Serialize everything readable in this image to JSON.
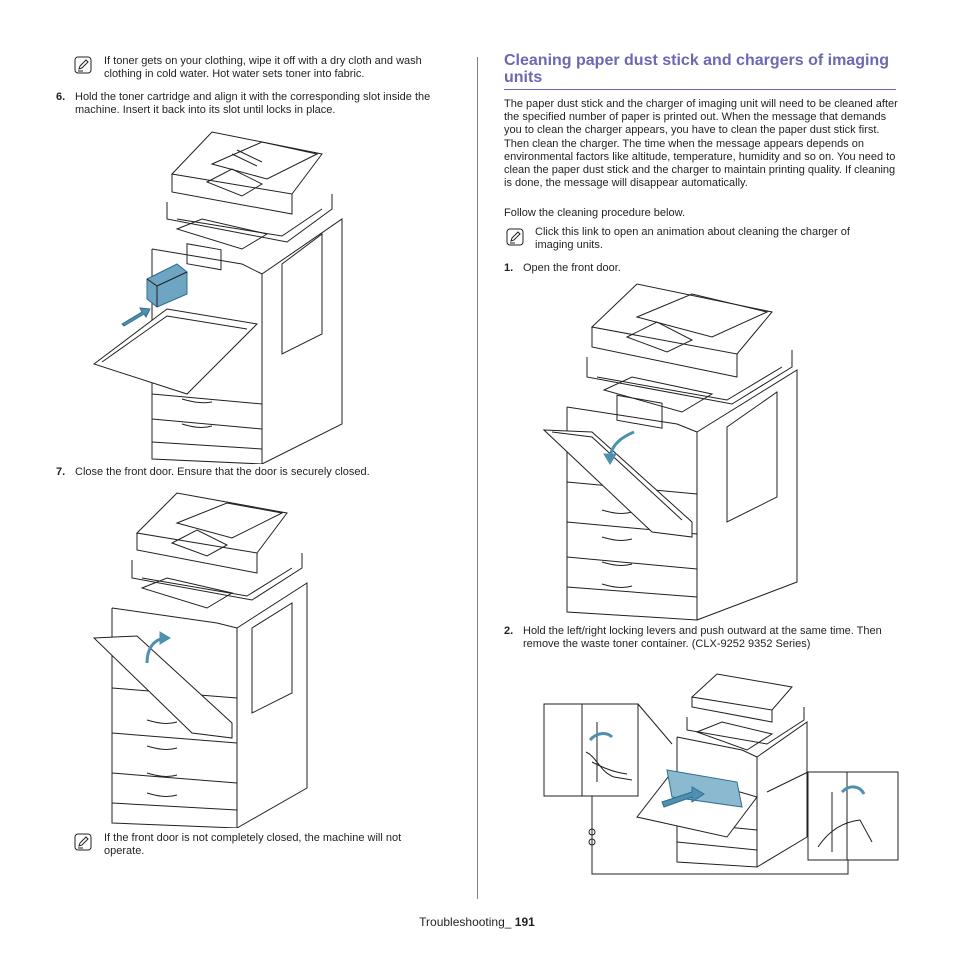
{
  "left": {
    "note1": "If toner gets on your clothing, wipe it off with a dry cloth and wash clothing in cold water. Hot water sets toner into fabric.",
    "step6": {
      "number": "6.",
      "text": "Hold the toner cartridge and align it with the corresponding slot inside the machine. Insert it back into its slot until locks in place."
    },
    "step7": {
      "number": "7.",
      "text": "Close the front door. Ensure that the door is securely closed."
    },
    "note2": "If the front door is not completely closed, the machine will not operate."
  },
  "right": {
    "heading": "Cleaning paper dust stick and chargers of imaging units",
    "para": "The paper dust stick and the charger of imaging unit will need to be cleaned after the specified number of paper is printed out. When the message that demands you to clean the charger appears, you have to clean the paper dust stick first. Then clean the charger. The time when the message appears depends on environmental factors like altitude, temperature, humidity and so on. You need to clean the paper dust stick and the charger to maintain printing quality. If cleaning is done, the message will disappear automatically.",
    "follow": "Follow the cleaning procedure below.",
    "note": "Click this link to open an animation about cleaning the charger of imaging units.",
    "step1": {
      "number": "1.",
      "text": "Open the front door."
    },
    "step2": {
      "number": "2.",
      "text": "Hold the left/right locking levers and push outward at the same time. Then remove the waste toner container. (CLX-9252 9352 Series)"
    }
  },
  "footer": {
    "section": "Troubleshooting_",
    "page": "191"
  },
  "colors": {
    "heading": "#6c68b2",
    "highlight": "#4f8fb0",
    "line": "#231f20"
  }
}
